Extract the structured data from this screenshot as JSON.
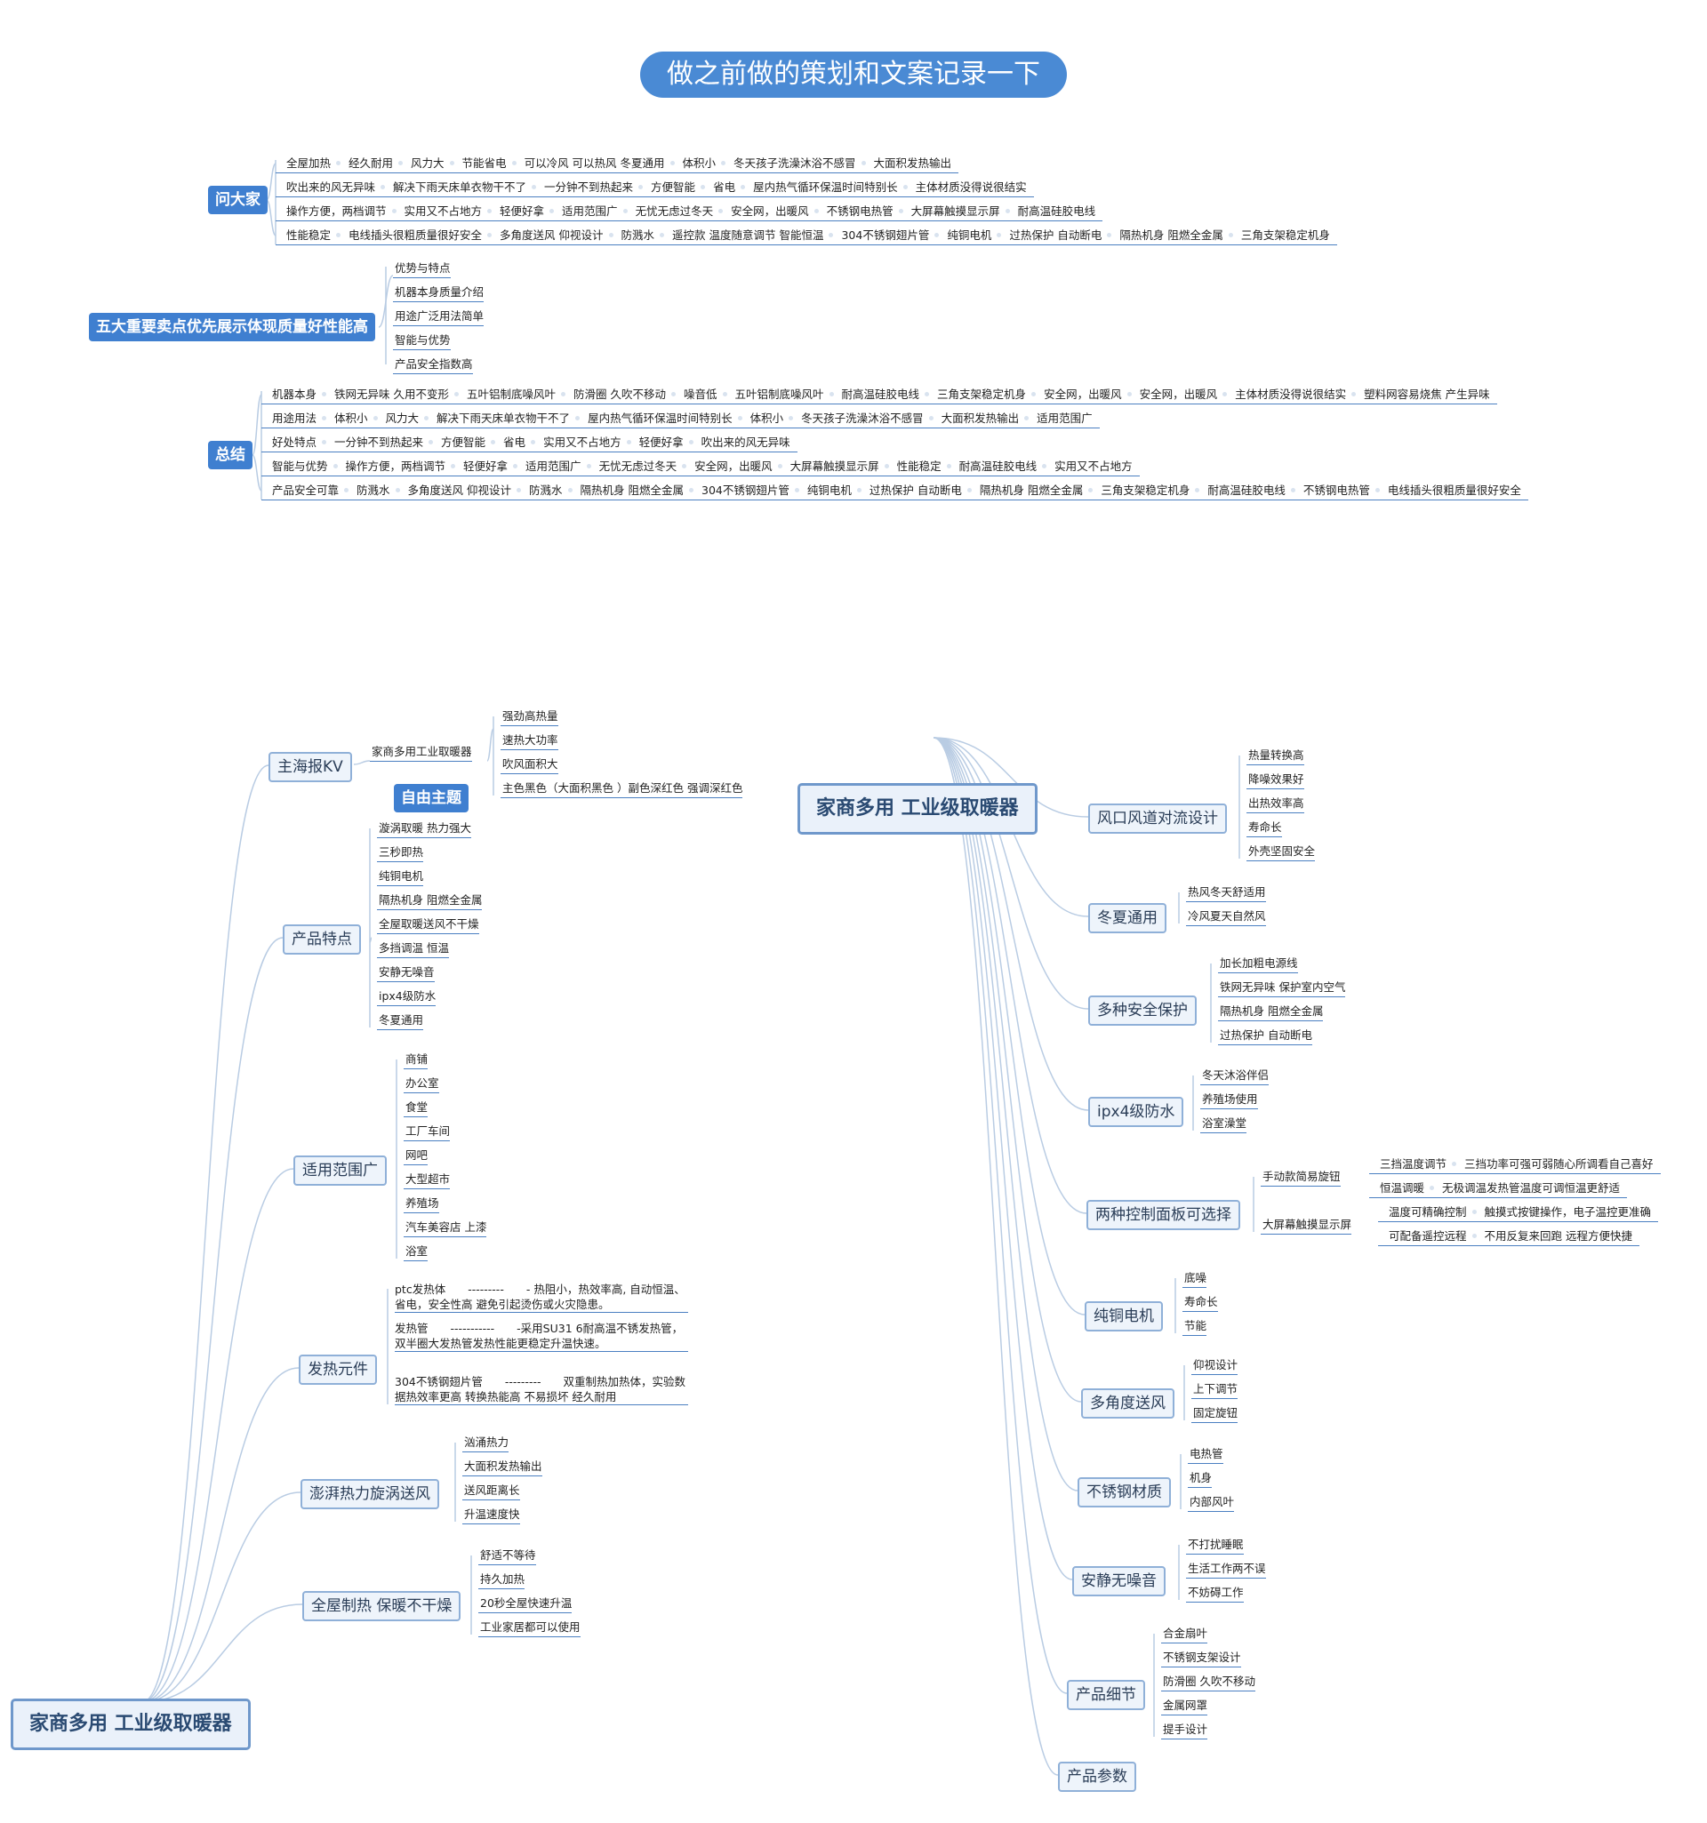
{
  "title": "做之前做的策划和文案记录一下",
  "sections": {
    "ask": {
      "label": "问大家",
      "rows": [
        [
          "全屋加热",
          "经久耐用",
          "风力大",
          "节能省电",
          "可以冷风 可以热风 冬夏通用",
          "体积小",
          "冬天孩子洗澡沐浴不感冒",
          "大面积发热输出"
        ],
        [
          "吹出来的风无异味",
          "解决下雨天床单衣物干不了",
          "一分钟不到热起来",
          "方便智能",
          "省电",
          "屋内热气循环保温时间特别长",
          "主体材质没得说很结实"
        ],
        [
          "操作方便，两档调节",
          "实用又不占地方",
          "轻便好拿",
          "适用范围广",
          "无忧无虑过冬天",
          "安全网，出暖风",
          "不锈钢电热管",
          "大屏幕触摸显示屏",
          "耐高温硅胶电线"
        ],
        [
          "性能稳定",
          "电线插头很粗质量很好安全",
          "多角度送风 仰视设计",
          "防溅水",
          "遥控款 温度随意调节 智能恒温",
          "304不锈钢翅片管",
          "纯铜电机",
          "过热保护 自动断电",
          "隔热机身 阻燃全金属",
          "三角支架稳定机身"
        ]
      ]
    },
    "five": {
      "label": "五大重要卖点优先展示体现质量好性能高",
      "items": [
        "优势与特点",
        "机器本身质量介绍",
        "用途广泛用法简单",
        "智能与优势",
        "产品安全指数高"
      ]
    },
    "summary": {
      "label": "总结",
      "rows": [
        [
          "机器本身",
          "铁网无异味 久用不变形",
          "五叶铝制底噪风叶",
          "防滑圈 久吹不移动",
          "噪音低",
          "五叶铝制底噪风叶",
          "耐高温硅胶电线",
          "三角支架稳定机身",
          "安全网，出暖风",
          "安全网，出暖风",
          "主体材质没得说很结实",
          "塑料网容易烧焦 产生异味"
        ],
        [
          "用途用法",
          "体积小",
          "风力大",
          "解决下雨天床单衣物干不了",
          "屋内热气循环保温时间特别长",
          "体积小",
          "冬天孩子洗澡沐浴不感冒",
          "大面积发热输出",
          "适用范围广"
        ],
        [
          "好处特点",
          "一分钟不到热起来",
          "方便智能",
          "省电",
          "实用又不占地方",
          "轻便好拿",
          "吹出来的风无异味"
        ],
        [
          "智能与优势",
          "操作方便，两档调节",
          "轻便好拿",
          "适用范围广",
          "无忧无虑过冬天",
          "安全网，出暖风",
          "大屏幕触摸显示屏",
          "性能稳定",
          "耐高温硅胶电线",
          "实用又不占地方"
        ],
        [
          "产品安全可靠",
          "防溅水",
          "多角度送风 仰视设计",
          "防溅水",
          "隔热机身 阻燃全金属",
          "304不锈钢翅片管",
          "纯铜电机",
          "过热保护 自动断电",
          "隔热机身 阻燃全金属",
          "三角支架稳定机身",
          "耐高温硅胶电线",
          "不锈钢电热管",
          "电线插头很粗质量很好安全"
        ]
      ]
    }
  },
  "free_topic": "自由主题",
  "left_map": {
    "root": "家商多用 工业级取暖器",
    "kv": {
      "label": "主海报KV",
      "sub": "家商多用工业取暖器",
      "items": [
        "强劲高热量",
        "速热大功率",
        "吹风面积大",
        "主色黑色（大面积黑色 ）副色深红色 强调深红色"
      ]
    },
    "features": {
      "label": "产品特点",
      "items": [
        "漩涡取暖 热力强大",
        "三秒即热",
        "纯铜电机",
        "隔热机身 阻燃全金属",
        "全屋取暖送风不干燥",
        "多挡调温 恒温",
        "安静无噪音",
        "ipx4级防水",
        "冬夏通用"
      ]
    },
    "scope": {
      "label": "适用范围广",
      "items": [
        "商铺",
        "办公室",
        "食堂",
        "工厂车间",
        "网吧",
        "大型超市",
        "养殖场",
        "汽车美容店 上漆",
        "浴室"
      ]
    },
    "heating": {
      "label": "发热元件",
      "items": [
        {
          "name": "ptc发热体",
          "dash": "---------",
          "desc": "- 热阻小，热效率高, 自动恒温、省电，安全性高 避免引起烫伤或火灾隐患。"
        },
        {
          "name": "发热管",
          "dash": "-----------",
          "desc": "-采用SU31 6耐高温不锈发热管，双半圈大发热管发热性能更稳定升温快速。"
        },
        {
          "name": "304不锈钢翅片管",
          "dash": "---------",
          "desc": "双重制热加热体，实验数据热效率更高 转换热能高 不易损坏 经久耐用"
        }
      ]
    },
    "vortex": {
      "label": "澎湃热力旋涡送风",
      "items": [
        "汹涌热力",
        "大面积发热输出",
        "送风距离长",
        "升温速度快"
      ]
    },
    "whole": {
      "label": "全屋制热 保暖不干燥",
      "items": [
        "舒适不等待",
        "持久加热",
        "20秒全屋快速升温",
        "工业家居都可以使用"
      ]
    }
  },
  "right_map": {
    "root": "家商多用 工业级取暖器",
    "duct": {
      "label": "风口风道对流设计",
      "items": [
        "热量转换高",
        "降噪效果好",
        "出热效率高",
        "寿命长",
        "外壳坚固安全"
      ]
    },
    "season": {
      "label": "冬夏通用",
      "items": [
        "热风冬天舒适用",
        "冷风夏天自然风"
      ]
    },
    "safety": {
      "label": "多种安全保护",
      "items": [
        "加长加粗电源线",
        "铁网无异味 保护室内空气",
        "隔热机身 阻燃全金属",
        "过热保护 自动断电"
      ]
    },
    "water": {
      "label": "ipx4级防水",
      "items": [
        "冬天沐浴伴侣",
        "养殖场使用",
        "浴室澡堂"
      ]
    },
    "control": {
      "label": "两种控制面板可选择",
      "manual": {
        "label": "手动款简易旋钮",
        "rows": [
          [
            "三挡温度调节",
            "三挡功率可强可弱随心所调看自己喜好"
          ],
          [
            "恒温调暖",
            "无极调温发热管温度可调恒温更舒适"
          ]
        ]
      },
      "screen": {
        "label": "大屏幕触摸显示屏",
        "rows": [
          [
            "温度可精确控制",
            "触摸式按键操作，电子温控更准确"
          ],
          [
            "可配备遥控远程",
            "不用反复来回跑 远程方便快捷"
          ]
        ]
      }
    },
    "motor": {
      "label": "纯铜电机",
      "items": [
        "底噪",
        "寿命长",
        "节能"
      ]
    },
    "angle": {
      "label": "多角度送风",
      "items": [
        "仰视设计",
        "上下调节",
        "固定旋钮"
      ]
    },
    "steel": {
      "label": "不锈钢材质",
      "items": [
        "电热管",
        "机身",
        "内部风叶"
      ]
    },
    "quiet": {
      "label": "安静无噪音",
      "items": [
        "不打扰睡眠",
        "生活工作两不误",
        "不妨碍工作"
      ]
    },
    "detail": {
      "label": "产品细节",
      "items": [
        "合金扇叶",
        "不锈钢支架设计",
        "防滑圈 久吹不移动",
        "金属网罩",
        "提手设计"
      ]
    },
    "params": {
      "label": "产品参数"
    }
  },
  "colors": {
    "accent": "#3f7fd0",
    "line": "#4a7fc1",
    "branch_border": "#8fb0d8"
  }
}
